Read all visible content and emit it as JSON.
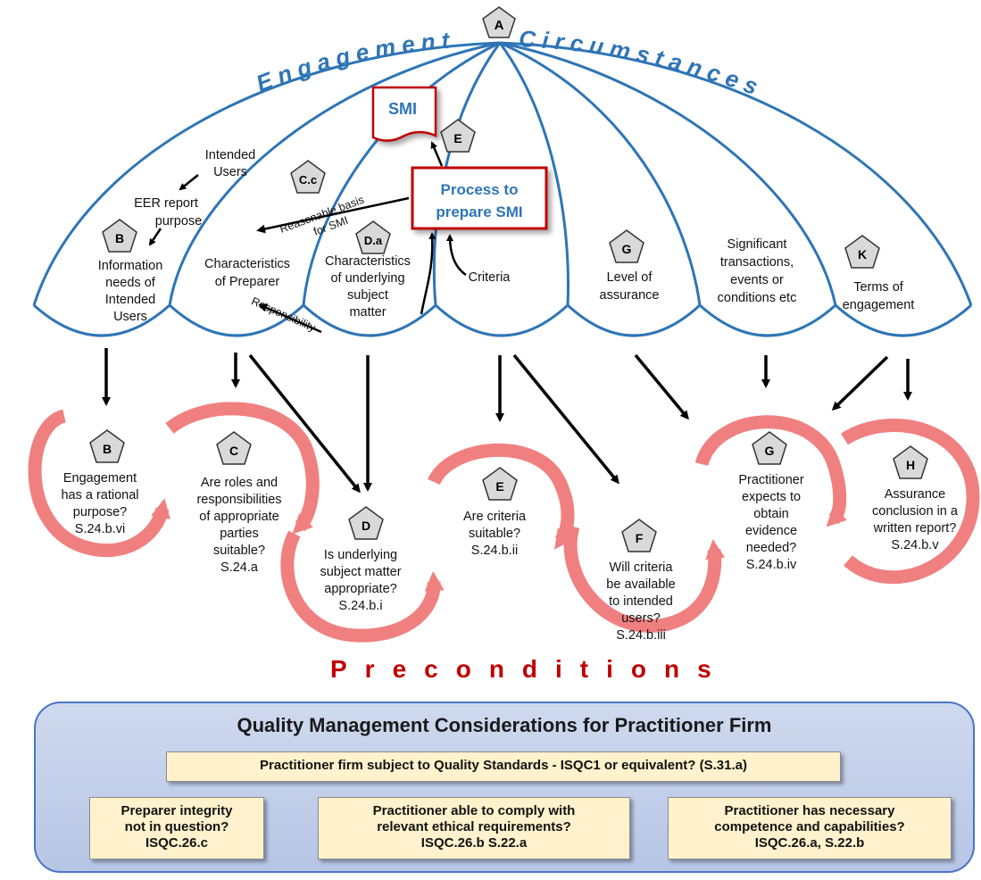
{
  "umbrella": {
    "title_left": "Engagement",
    "title_right": "Circumstances",
    "badges": {
      "a": "A",
      "b_top": "B",
      "cc": "C.c",
      "da": "D.a",
      "e_top": "E",
      "g_top": "G",
      "k": "K",
      "b": "B",
      "c": "C",
      "d": "D",
      "e": "E",
      "f": "F",
      "g": "G",
      "h": "H"
    },
    "smi_doc": "SMI",
    "process_box": [
      "Process to",
      "prepare SMI"
    ],
    "labels": {
      "intended_users": [
        "Intended",
        "Users"
      ],
      "eer_purpose": [
        "EER report",
        "purpose"
      ],
      "info_needs": [
        "Information",
        "needs of",
        "Intended",
        "Users"
      ],
      "char_preparer": [
        "Characteristics",
        "of Preparer"
      ],
      "char_subject": [
        "Characteristics",
        "of underlying",
        "subject",
        "matter"
      ],
      "criteria": "Criteria",
      "level_assurance": [
        "Level of",
        "assurance"
      ],
      "significant": [
        "Significant",
        "transactions,",
        "events or",
        "conditions etc"
      ],
      "terms": [
        "Terms of",
        "engagement"
      ],
      "reasonable_basis": [
        "Reasonable basis",
        "for SMI"
      ],
      "responsibility": "Responsibility"
    }
  },
  "preconditions": {
    "heading": "Preconditions",
    "items": {
      "b": [
        "Engagement",
        "has a rational",
        "purpose?",
        "S.24.b.vi"
      ],
      "c": [
        "Are roles and",
        "responsibilities",
        "of appropriate",
        "parties",
        "suitable?",
        "S.24.a"
      ],
      "d": [
        "Is underlying",
        "subject matter",
        "appropriate?",
        "S.24.b.i"
      ],
      "e": [
        "Are criteria",
        "suitable?",
        "S.24.b.ii"
      ],
      "f": [
        "Will criteria",
        "be available",
        "to intended",
        "users?",
        "S.24.b.iii"
      ],
      "g": [
        "Practitioner",
        "expects to",
        "obtain",
        "evidence",
        "needed?",
        "S.24.b.iv"
      ],
      "h": [
        "Assurance",
        "conclusion in a",
        "written report?",
        "S.24.b.v"
      ]
    }
  },
  "quality": {
    "title": "Quality Management Considerations for Practitioner Firm",
    "main_box": "Practitioner firm subject to Quality Standards - ISQC1 or equivalent? (S.31.a)",
    "boxes": [
      [
        "Preparer integrity",
        "not in question?",
        "ISQC.26.c"
      ],
      [
        "Practitioner able to comply with",
        "relevant ethical requirements?",
        "ISQC.26.b  S.22.a"
      ],
      [
        "Practitioner has necessary",
        "competence and capabilities?",
        "ISQC.26.a, S.22.b"
      ]
    ]
  },
  "colors": {
    "umbrella": "#2e75b6",
    "title_blue": "#2e75b6",
    "process_border": "#c00000",
    "ring": "#f08080",
    "precond_red": "#c00000",
    "box_fill": "#fff2cc"
  }
}
